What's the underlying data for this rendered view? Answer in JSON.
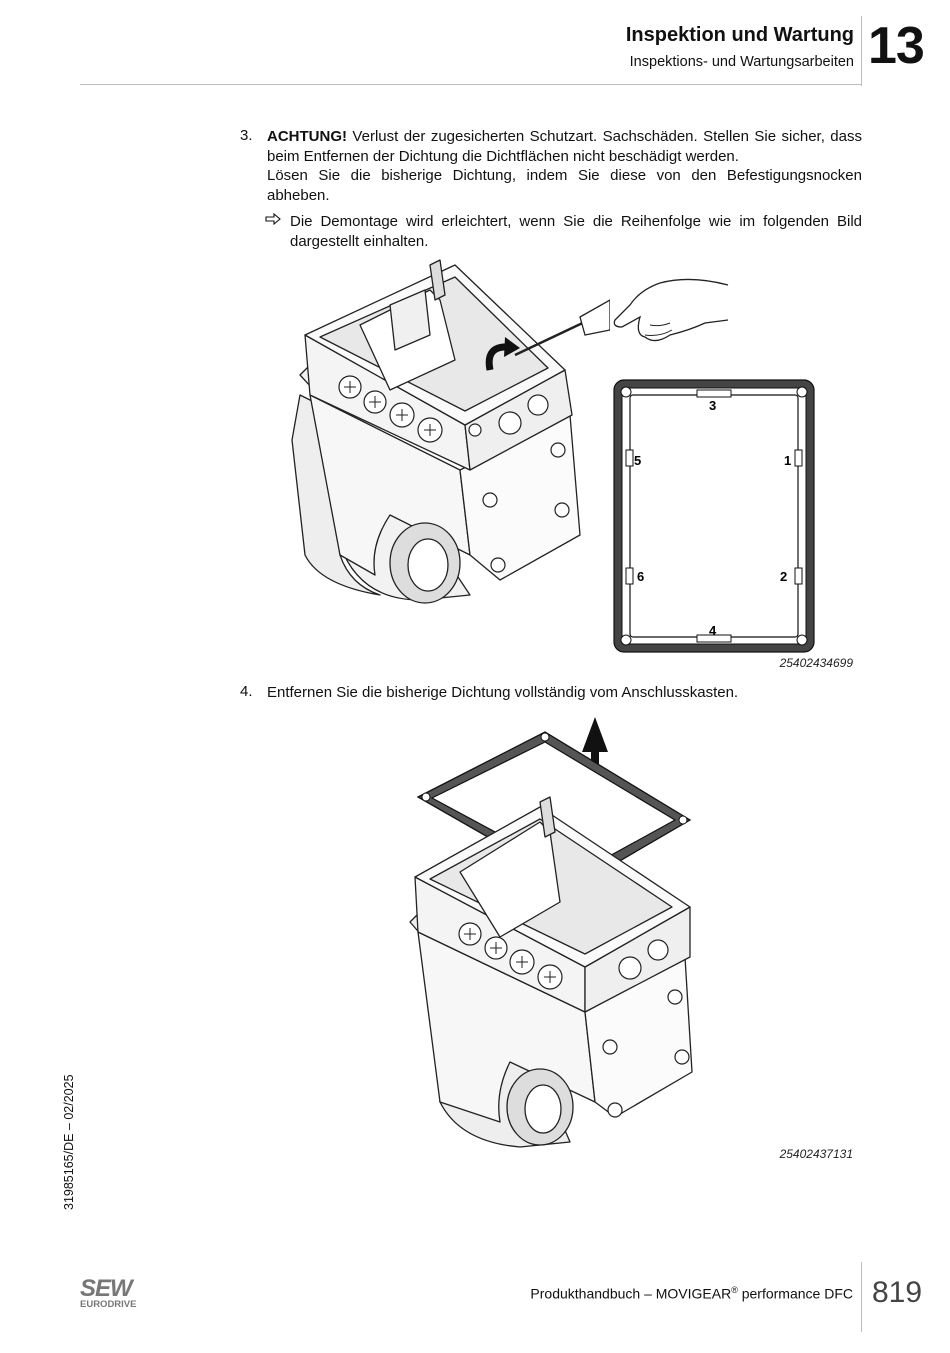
{
  "header": {
    "title": "Inspektion und Wartung",
    "subtitle": "Inspektions- und Wartungsarbeiten",
    "chapter": "13"
  },
  "steps": {
    "step3": {
      "number": "3.",
      "warning": "ACHTUNG!",
      "warning_text": " Verlust der zugesicherten Schutzart. Sachschäden. Stellen Sie sicher, dass beim Entfernen der Dichtung die Dichtflächen nicht beschädigt werden.",
      "instruction": "Lösen Sie die bisherige Dichtung, indem Sie diese von den Befestigungsnocken abheben.",
      "hint_icon": "arrow-result-icon",
      "hint": "Die Demontage wird erleichtert, wenn Sie die Reihenfolge wie im folgenden Bild dargestellt einhalten."
    },
    "step4": {
      "number": "4.",
      "text": "Entfernen Sie die bisherige Dichtung vollständig vom Anschlusskasten."
    }
  },
  "figures": {
    "figure1": {
      "caption": "25402434699",
      "gasket_labels": [
        "1",
        "2",
        "3",
        "4",
        "5",
        "6"
      ]
    },
    "figure2": {
      "caption": "25402437131"
    }
  },
  "side_text": "31985165/DE – 02/2025",
  "footer": {
    "text": "Produkthandbuch – MOVIGEAR",
    "registered": "®",
    "text_suffix": " performance DFC",
    "page_number": "819",
    "logo_top": "SEW",
    "logo_bottom": "EURODRIVE"
  }
}
